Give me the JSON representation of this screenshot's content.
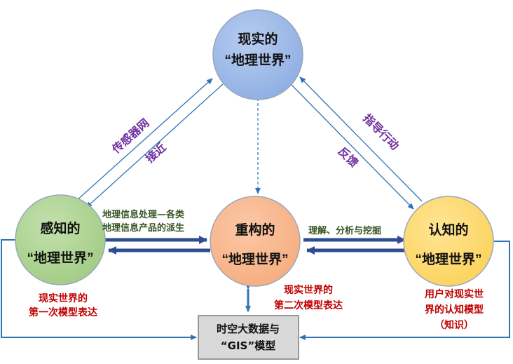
{
  "nodes": {
    "real": {
      "line1": "现实的",
      "line2": "“地理世界”",
      "color": "#97b4e6"
    },
    "perceive": {
      "line1": "感知的",
      "line2": "“地理世界”",
      "color": "#a8d08d"
    },
    "reconstruct": {
      "line1": "重构的",
      "line2": "“地理世界”",
      "color": "#f8b48a"
    },
    "cognize": {
      "line1": "认知的",
      "line2": "“地理世界”",
      "color": "#ffd966"
    }
  },
  "edges": {
    "sensor_network": "传感器网",
    "approach": "接近",
    "guide_action": "指导行动",
    "feedback": "反馈",
    "geo_processing": {
      "line1": "地理信息处理—各类",
      "line2": "地理信息产品的派生"
    },
    "understand_analyze": "理解、分析与挖掘"
  },
  "notes": {
    "first_model": {
      "line1": "现实世界的",
      "line2": "第一次模型表达"
    },
    "second_model": {
      "line1": "现实世界的",
      "line2": "第二次模型表达"
    },
    "user_model": {
      "line1": "用户对现实世",
      "line2": "界的认知模型",
      "line3": "（知识）"
    }
  },
  "bottom_box": {
    "line1": "时空大数据与",
    "line2": "“GIS”模型",
    "color": "#d9d9d9"
  },
  "colors": {
    "arrow_dark": "#2e4d8f",
    "arrow_light": "#2e75b6",
    "edge_label": "#7030a0",
    "green_label": "#375623",
    "red_label": "#c00000"
  }
}
